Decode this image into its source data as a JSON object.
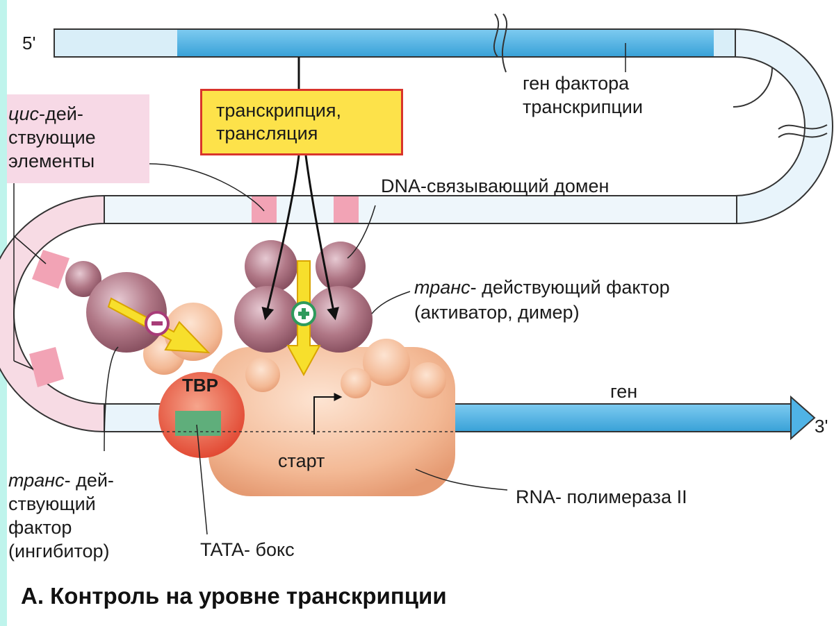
{
  "labels": {
    "five_prime": "5'",
    "three_prime": "3'",
    "transcription_line1": "транскрипция,",
    "transcription_line2": "трансляция",
    "tf_gene_line1": "ген фактора",
    "tf_gene_line2": "транскрипции",
    "cis_italic": "цис",
    "cis_line1_rest": "-дей-",
    "cis_line2": "ствующие",
    "cis_line3": "элементы",
    "dna_binding": "DNA-связывающий домен",
    "trans_italic": "транс",
    "trans_activator_rest": "- действующий фактор",
    "trans_activator_line2": "(активатор, димер)",
    "gene": "ген",
    "tbp": "TBP",
    "start": "старт",
    "rna_pol": "RNA- полимераза II",
    "trans_inh_rest": "- дей-",
    "trans_inh_line2": "ствующий",
    "trans_inh_line3": "фактор",
    "trans_inh_line4": "(ингибитор)",
    "tata": "TATA- бокс"
  },
  "caption": "А. Контроль на уровне транскрипции",
  "colors": {
    "dna_light": "#d9eef8",
    "dna_blue": "#4fb3e6",
    "pink": "#f2a3b5",
    "activator": "#b07786",
    "polymerase": "#f3b995",
    "tbp_red": "#e8573f",
    "tata_green": "#5fae7b",
    "box_yellow": "#fde24a"
  }
}
